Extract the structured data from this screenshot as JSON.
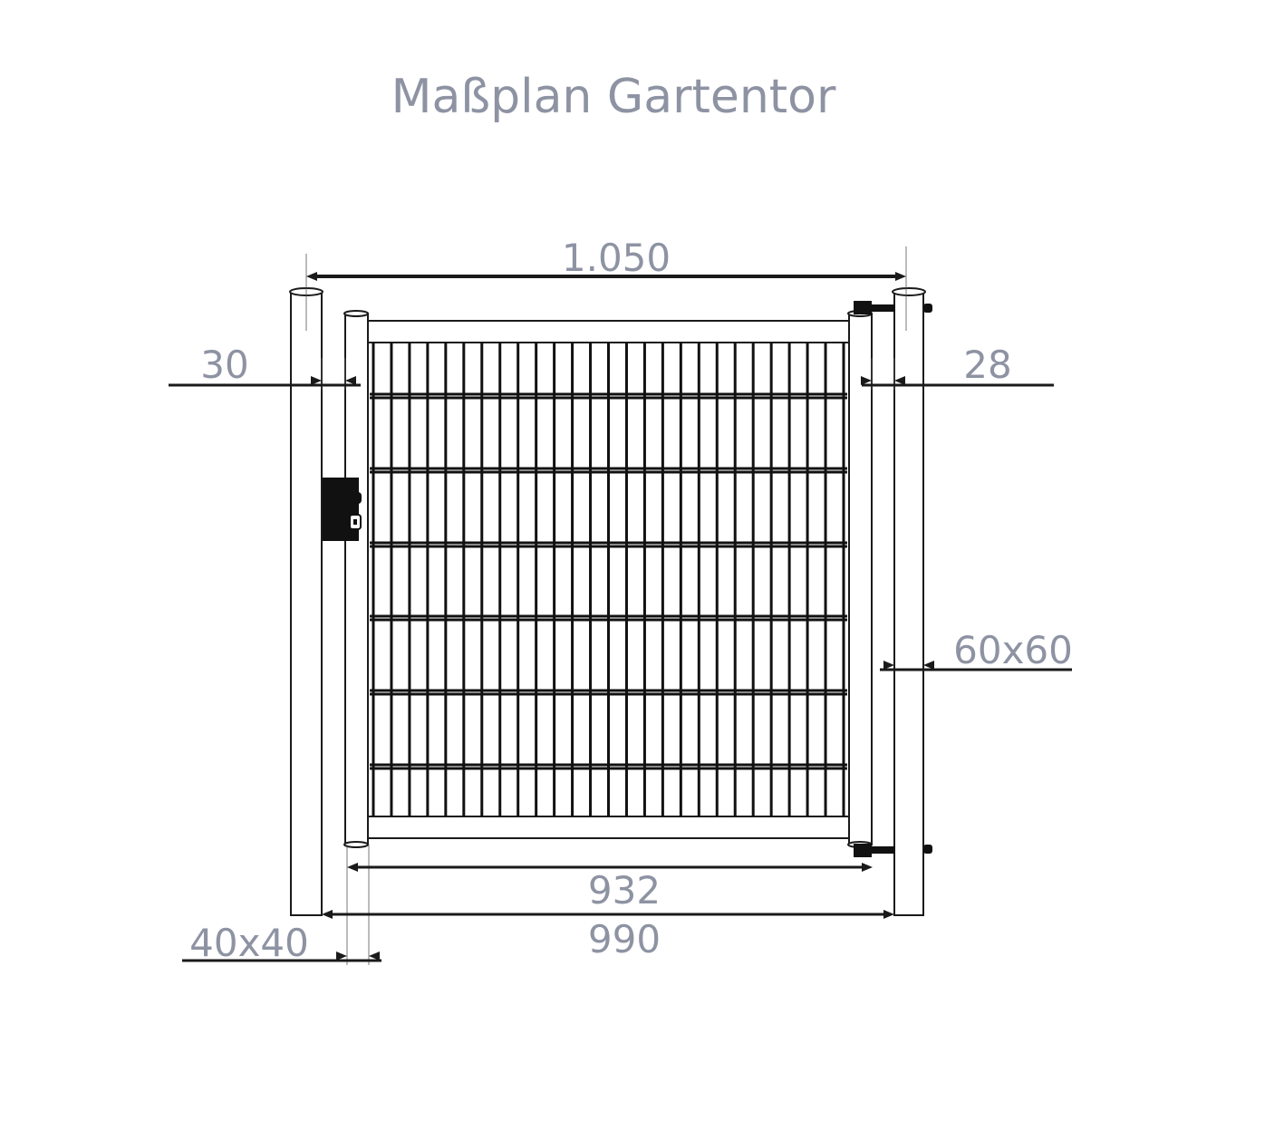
{
  "title": "Maßplan Gartentor",
  "dimensions": {
    "overall_width": "1.050",
    "gap_left": "30",
    "gap_right": "28",
    "hinge_post": "60x60",
    "gate_width": "932",
    "clear_opening": "990",
    "latch_post": "40x40"
  },
  "colors": {
    "dimension_text": "#8e93a3",
    "line": "#1a1a1a"
  }
}
